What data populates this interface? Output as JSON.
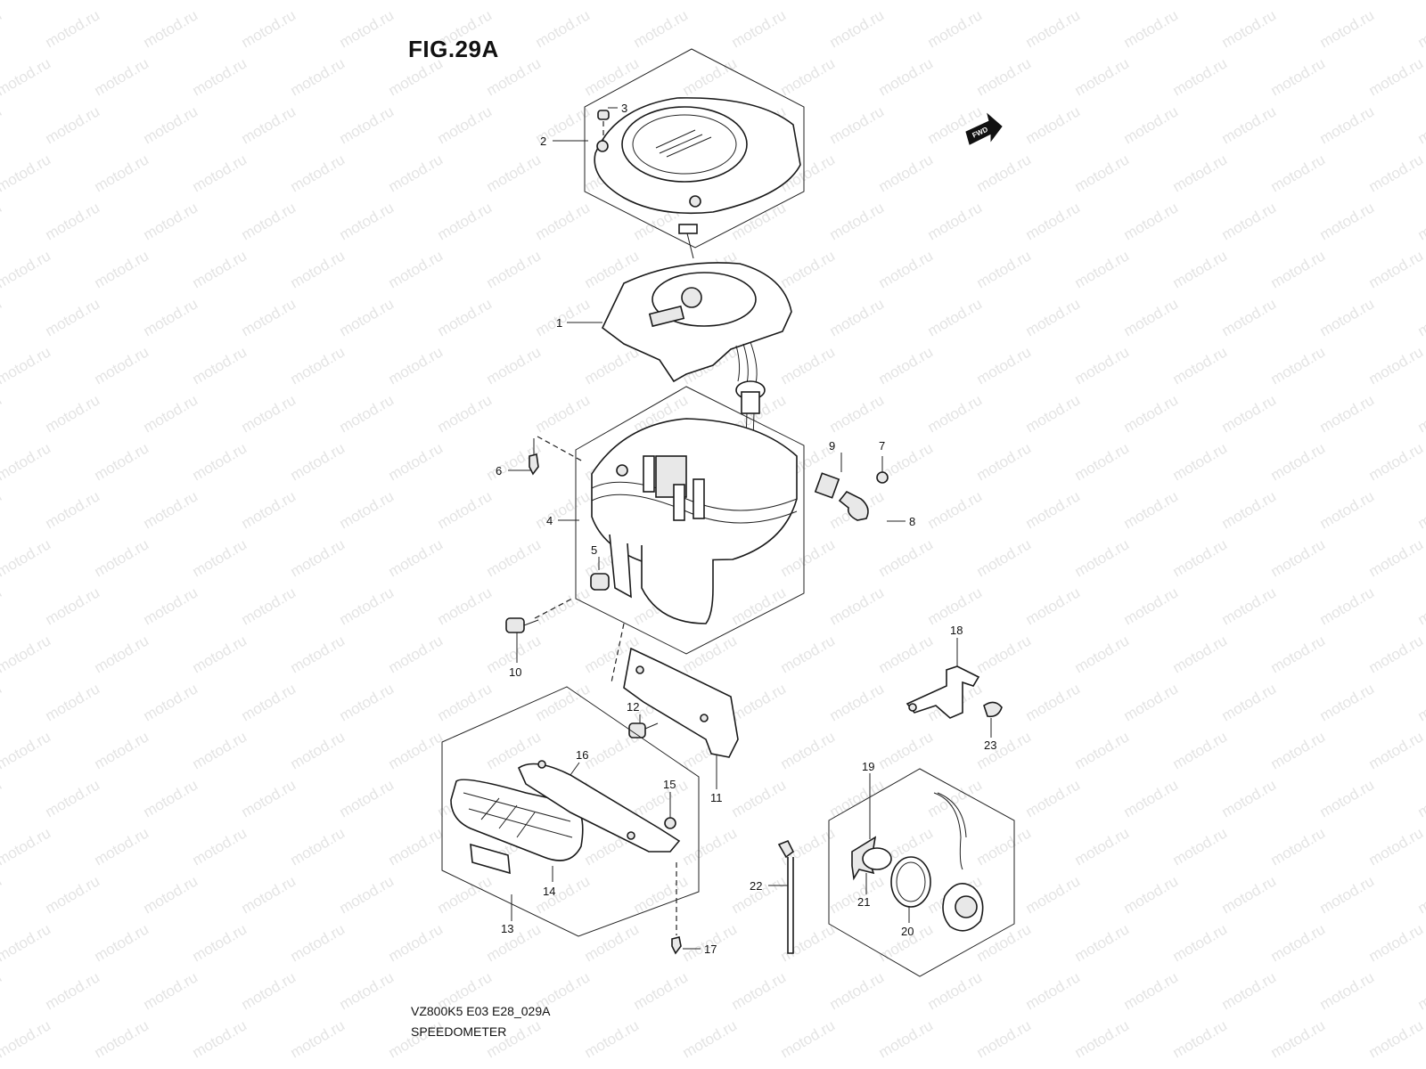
{
  "figure": {
    "title": "FIG.29A",
    "model_code": "VZ800K5 E03 E28_029A",
    "caption": "SPEEDOMETER",
    "direction_label": "FWD"
  },
  "watermark": {
    "text": "motod.ru"
  },
  "callouts": [
    {
      "id": "1",
      "label": "1"
    },
    {
      "id": "2",
      "label": "2"
    },
    {
      "id": "3",
      "label": "3"
    },
    {
      "id": "4",
      "label": "4"
    },
    {
      "id": "5",
      "label": "5"
    },
    {
      "id": "6",
      "label": "6"
    },
    {
      "id": "7",
      "label": "7"
    },
    {
      "id": "8",
      "label": "8"
    },
    {
      "id": "9",
      "label": "9"
    },
    {
      "id": "10",
      "label": "10"
    },
    {
      "id": "11",
      "label": "11"
    },
    {
      "id": "12",
      "label": "12"
    },
    {
      "id": "13",
      "label": "13"
    },
    {
      "id": "14",
      "label": "14"
    },
    {
      "id": "15",
      "label": "15"
    },
    {
      "id": "16",
      "label": "16"
    },
    {
      "id": "17",
      "label": "17"
    },
    {
      "id": "18",
      "label": "18"
    },
    {
      "id": "19",
      "label": "19"
    },
    {
      "id": "20",
      "label": "20"
    },
    {
      "id": "21",
      "label": "21"
    },
    {
      "id": "22",
      "label": "22"
    },
    {
      "id": "23",
      "label": "23"
    }
  ]
}
